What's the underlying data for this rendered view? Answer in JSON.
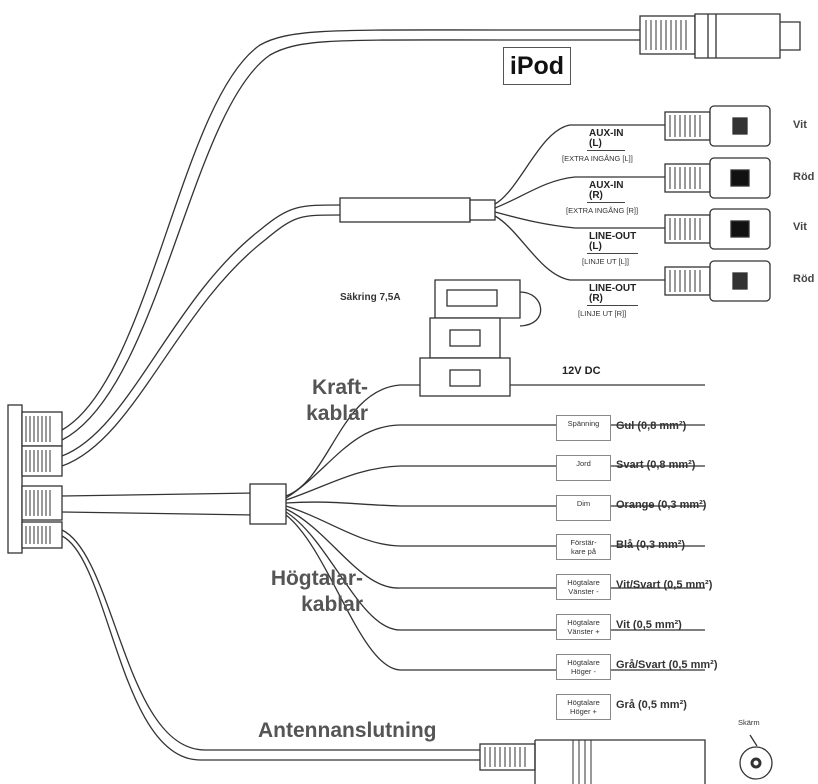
{
  "ipod": {
    "label": "iPod"
  },
  "audio": [
    {
      "name": "AUX-IN\n(L)",
      "caption": "[EXTRA INGÅNG [L]]",
      "color": "Vit"
    },
    {
      "name": "AUX-IN\n(R)",
      "caption": "[EXTRA INGÅNG [R]]",
      "color": "Röd"
    },
    {
      "name": "LINE-OUT\n(L)",
      "caption": "[LINJE UT [L]]",
      "color": "Vit"
    },
    {
      "name": "LINE-OUT\n(R)",
      "caption": "[LINJE UT [R]]",
      "color": "Röd"
    }
  ],
  "fuse": {
    "label": "Säkring 7,5A"
  },
  "dc": {
    "label": "12V DC"
  },
  "groups": {
    "power": "Kraft-\nkablar",
    "speaker": "Högtalar-\nkablar",
    "antenna": "Antennanslutning"
  },
  "wires": [
    {
      "box": "Spänning",
      "spec": "Gul (0,8 mm²)"
    },
    {
      "box": "Jord",
      "spec": "Svart (0,8 mm²)"
    },
    {
      "box": "Dim",
      "spec": "Orange (0,3 mm²)"
    },
    {
      "box": "Förstär-\nkare på",
      "spec": "Blå (0,3 mm²)"
    },
    {
      "box": "Högtalare\nVänster -",
      "spec": "Vit/Svart (0,5 mm²)"
    },
    {
      "box": "Högtalare\nVänster +",
      "spec": "Vit (0,5 mm²)"
    },
    {
      "box": "Högtalare\nHöger -",
      "spec": "Grå/Svart (0,5 mm²)"
    },
    {
      "box": "Högtalare\nHöger +",
      "spec": "Grå (0,5 mm²)"
    }
  ],
  "screen": {
    "label": "Skärm"
  }
}
